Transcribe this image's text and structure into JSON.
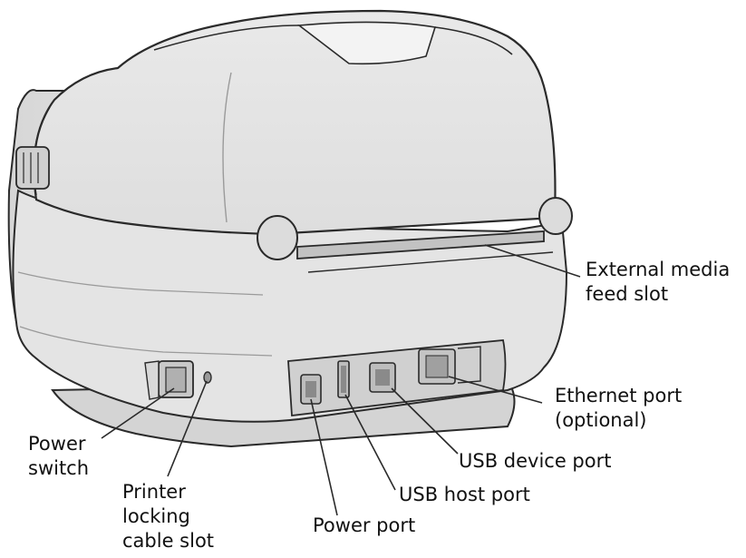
{
  "callouts": {
    "external_media_feed_slot": [
      "External media",
      "feed slot"
    ],
    "ethernet_port": [
      "Ethernet port",
      "(optional)"
    ],
    "usb_device_port": [
      "USB device port"
    ],
    "usb_host_port": [
      "USB host port"
    ],
    "power_port": [
      "Power port"
    ],
    "power_switch": [
      "Power",
      "switch"
    ],
    "printer_locking_cable_slot": [
      "Printer",
      "locking",
      "cable slot"
    ]
  },
  "colors": {
    "outline": "#2a2a2a",
    "body_light": "#ececec",
    "body_mid": "#dcdcdc",
    "body_dark": "#c4c4c4",
    "port_fill": "#bdbdbd",
    "text": "#111111"
  }
}
